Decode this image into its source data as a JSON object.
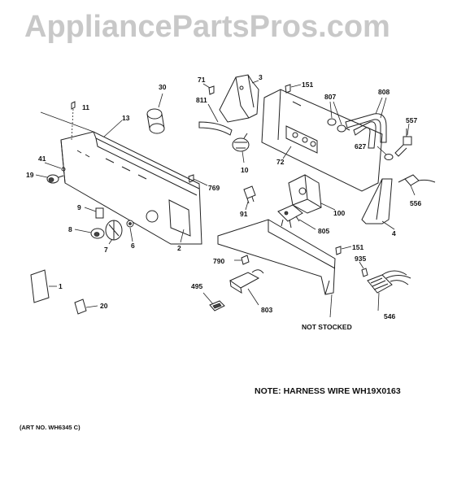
{
  "watermark": "AppliancePartsPros.com",
  "note": "NOTE: HARNESS WIRE WH19X0163",
  "art_no": "(ART NO. WH6345 C)",
  "not_stocked": "NOT STOCKED",
  "callouts": {
    "c1": "1",
    "c2": "2",
    "c3": "3",
    "c4": "4",
    "c6": "6",
    "c7": "7",
    "c8": "8",
    "c9": "9",
    "c10": "10",
    "c11": "11",
    "c13": "13",
    "c19": "19",
    "c20": "20",
    "c30": "30",
    "c41": "41",
    "c71": "71",
    "c72": "72",
    "c91": "91",
    "c100": "100",
    "c151a": "151",
    "c151b": "151",
    "c495": "495",
    "c546": "546",
    "c556": "556",
    "c557": "557",
    "c627": "627",
    "c769": "769",
    "c790": "790",
    "c803": "803",
    "c805": "805",
    "c807": "807",
    "c808": "808",
    "c811": "811",
    "c935": "935"
  }
}
